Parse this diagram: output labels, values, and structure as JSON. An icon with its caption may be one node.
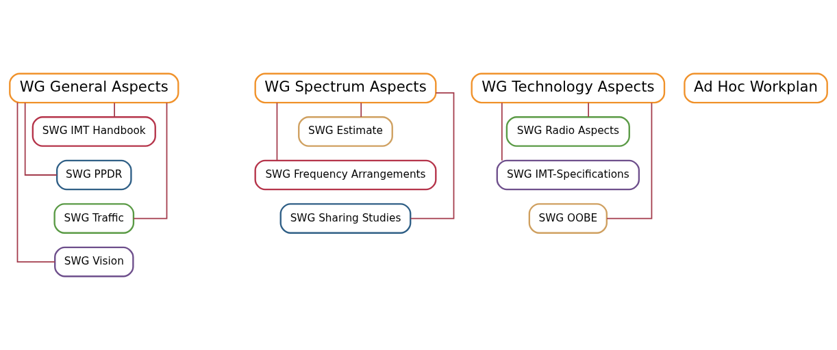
{
  "diagram": {
    "nodes": [
      {
        "text": [
          "WG General Aspects"
        ]
      },
      {
        "text": [
          "SWG IMT Handbook"
        ]
      },
      {
        "text": [
          "SWG PPDR"
        ]
      },
      {
        "text": [
          "SWG Traffic"
        ]
      },
      {
        "text": [
          "SWG Vision"
        ]
      },
      {
        "text": [
          "WG Spectrum Aspects"
        ]
      },
      {
        "text": [
          "SWG Estimate"
        ]
      },
      {
        "text": [
          "SWG Frequency Arrangements"
        ]
      },
      {
        "text": [
          "SWG Sharing Studies"
        ]
      },
      {
        "text": [
          "WG Technology Aspects"
        ]
      },
      {
        "text": [
          "SWG Radio Aspects"
        ]
      },
      {
        "text": [
          "SWG IMT-Specifications"
        ]
      },
      {
        "text": [
          "SWG OOBE"
        ]
      },
      {
        "text": [
          "Ad Hoc Workplan"
        ]
      }
    ],
    "edges": [
      {
        "from": 0,
        "to": 1,
        "arrow": "none"
      },
      {
        "from": 0,
        "to": 2,
        "arrow": "none"
      },
      {
        "from": 0,
        "to": 3,
        "arrow": "none"
      },
      {
        "from": 0,
        "to": 4,
        "arrow": "none"
      },
      {
        "from": 5,
        "to": 6,
        "arrow": "none"
      },
      {
        "from": 5,
        "to": 7,
        "arrow": "none"
      },
      {
        "from": 5,
        "to": 8,
        "arrow": "none"
      },
      {
        "from": 9,
        "to": 10,
        "arrow": "none"
      },
      {
        "from": 9,
        "to": 11,
        "arrow": "none"
      },
      {
        "from": 9,
        "to": 12,
        "arrow": "none"
      }
    ]
  }
}
